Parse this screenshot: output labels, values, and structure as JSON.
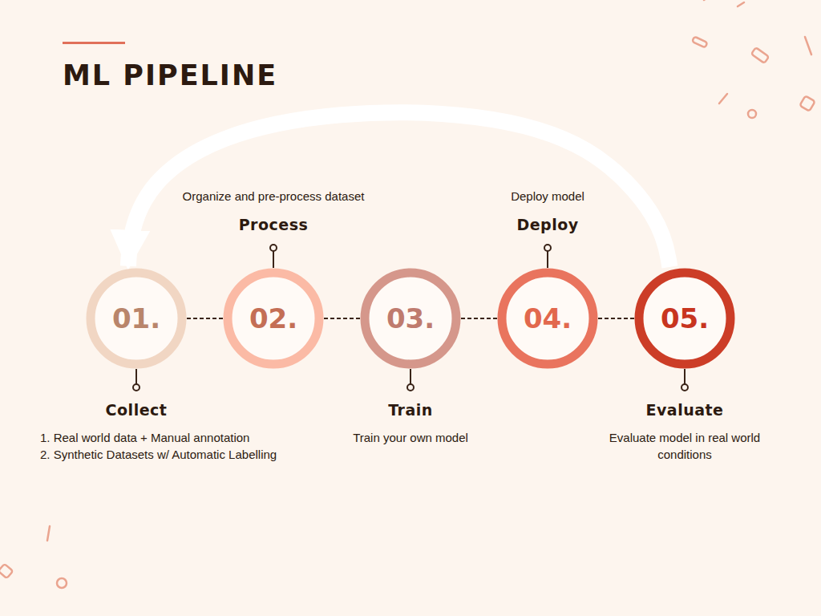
{
  "diagram": {
    "title": "ML PIPELINE",
    "nodes": [
      {
        "text": [
          "01.",
          "Collect",
          "1. Real world data + Manual annotation",
          "2. Synthetic Datasets w/ Automatic Labelling"
        ]
      },
      {
        "text": [
          "02.",
          "Process",
          "Organize and pre-process dataset"
        ]
      },
      {
        "text": [
          "03.",
          "Train",
          "Train your own model"
        ]
      },
      {
        "text": [
          "04.",
          "Deploy",
          "Deploy model"
        ]
      },
      {
        "text": [
          "05.",
          "Evaluate",
          "Evaluate model in real world conditions"
        ]
      }
    ],
    "edges": [
      {
        "from": 0,
        "to": 1,
        "arrow": "none"
      },
      {
        "from": 1,
        "to": 2,
        "arrow": "none"
      },
      {
        "from": 2,
        "to": 3,
        "arrow": "none"
      },
      {
        "from": 3,
        "to": 4,
        "arrow": "none"
      },
      {
        "from": 4,
        "to": 0,
        "arrow": "to"
      }
    ]
  }
}
